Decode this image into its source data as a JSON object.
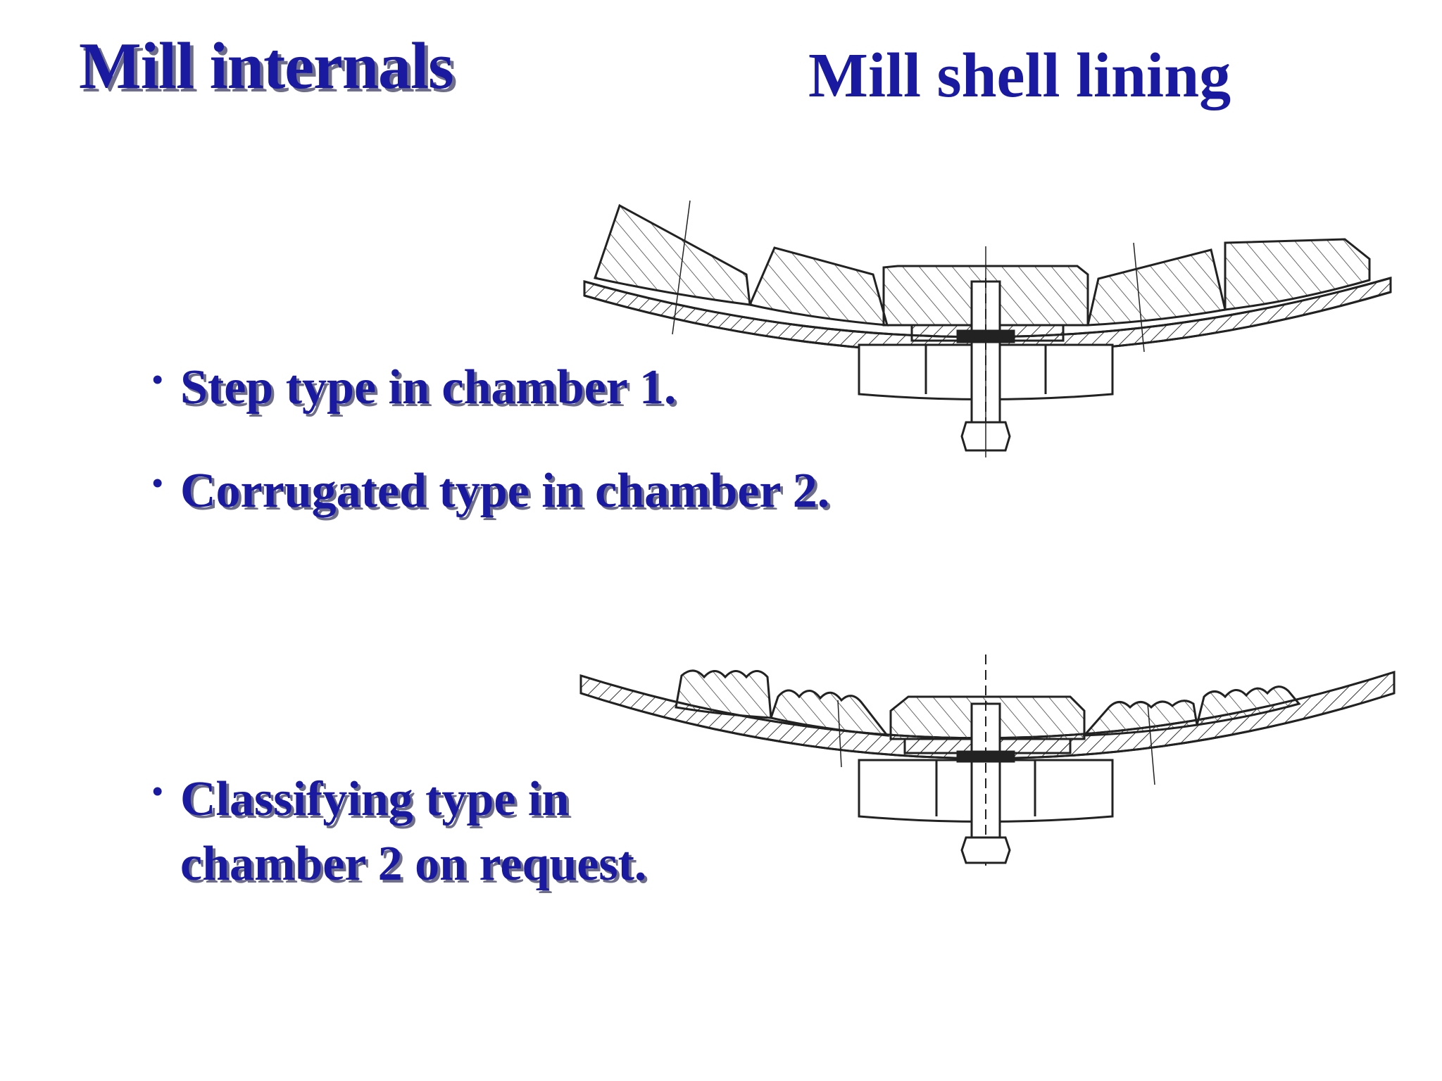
{
  "slide": {
    "title": "Mill internals",
    "subtitle": "Mill shell lining",
    "bullets": [
      "Step type in chamber 1.",
      "Corrugated type in chamber 2.",
      "Classifying type in\nchamber 2 on request."
    ],
    "bullet_glyph": "•"
  },
  "colors": {
    "heading": "#1a1aa0",
    "shadow": "#6e6e8a",
    "drawing": "#222222"
  }
}
